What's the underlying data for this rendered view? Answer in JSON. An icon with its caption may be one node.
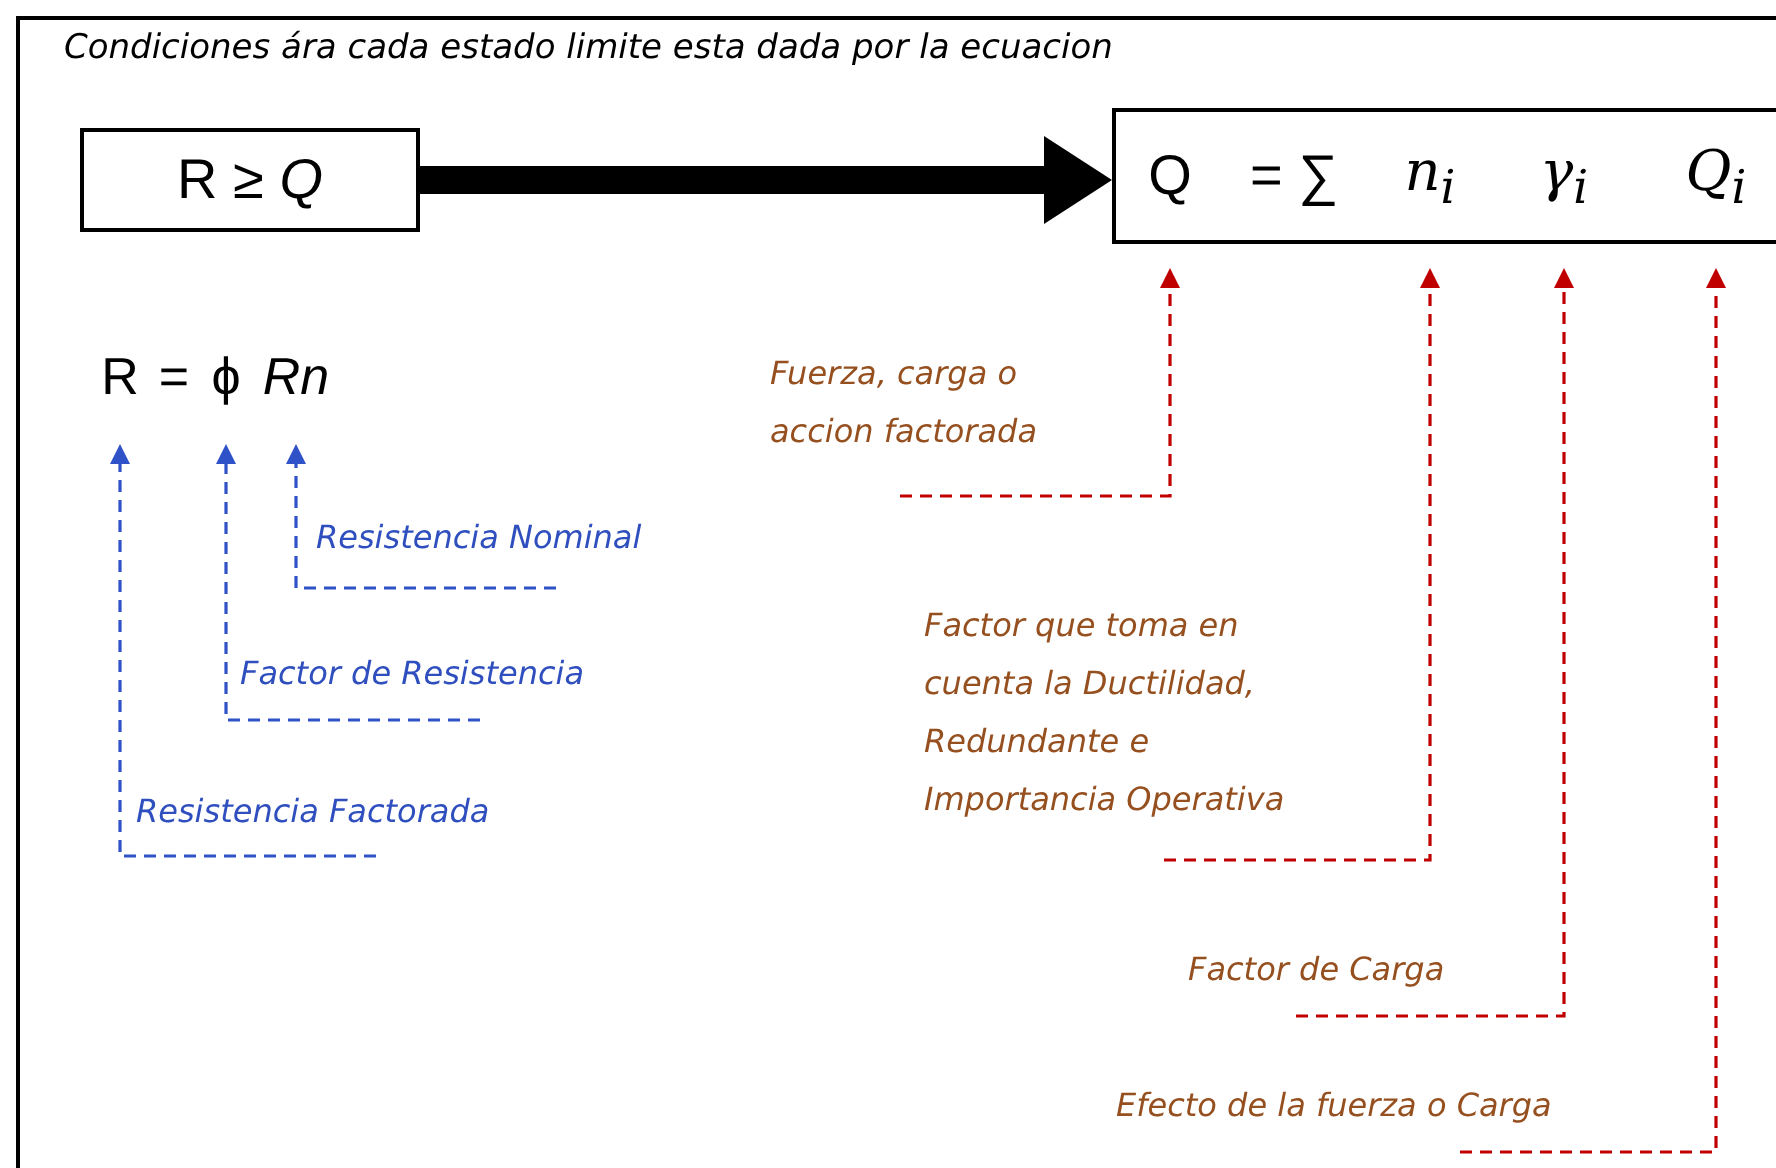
{
  "diagram": {
    "title": "Condiciones ára cada estado limite esta dada por la ecuacion",
    "nodes": [
      {
        "text": [
          "R ≥ *Q*"
        ]
      },
      {
        "text": [],
        "shape": "box"
      },
      {
        "text": [
          "Q"
        ],
        "in": 1
      },
      {
        "text": [
          "= ∑"
        ],
        "in": 1
      },
      {
        "text": [
          "n$_{i}$"
        ],
        "in": 1
      },
      {
        "text": [
          "γ$_{i}$"
        ],
        "in": 1
      },
      {
        "text": [
          "Q$_{i}$"
        ],
        "in": 1
      },
      {
        "text": [
          "R"
        ]
      },
      {
        "text": [
          "ϕ"
        ]
      },
      {
        "text": [
          "Rn"
        ]
      },
      {
        "text": [
          "Fuerza, carga o accion factorada"
        ]
      },
      {
        "text": [
          "Factor que toma en cuenta la Ductilidad, Redundante e Importancia Operativa"
        ]
      },
      {
        "text": [
          "Factor de Carga"
        ]
      },
      {
        "text": [
          "Efecto de la fuerza o Carga"
        ]
      },
      {
        "text": [
          "Resistencia Nominal"
        ]
      },
      {
        "text": [
          "Factor de Resistencia"
        ]
      },
      {
        "text": [
          "Resistencia Factorada"
        ]
      }
    ],
    "edges": [
      {
        "from": 0,
        "to": 1,
        "arrow": "to",
        "style": "thick",
        "color": "#000000"
      },
      {
        "from": 10,
        "to": 2,
        "arrow": "to",
        "style": "dashed",
        "color": "#c00000"
      },
      {
        "from": 11,
        "to": 4,
        "arrow": "to",
        "style": "dashed",
        "color": "#c00000"
      },
      {
        "from": 12,
        "to": 5,
        "arrow": "to",
        "style": "dashed",
        "color": "#c00000"
      },
      {
        "from": 13,
        "to": 6,
        "arrow": "to",
        "style": "dashed",
        "color": "#c00000"
      },
      {
        "from": 14,
        "to": 9,
        "arrow": "to",
        "style": "dashed",
        "color": "#2f52c8"
      },
      {
        "from": 15,
        "to": 8,
        "arrow": "to",
        "style": "dashed",
        "color": "#2f52c8"
      },
      {
        "from": 16,
        "to": 7,
        "arrow": "to",
        "style": "dashed",
        "color": "#2f52c8"
      }
    ],
    "labels": [
      "="
    ]
  }
}
